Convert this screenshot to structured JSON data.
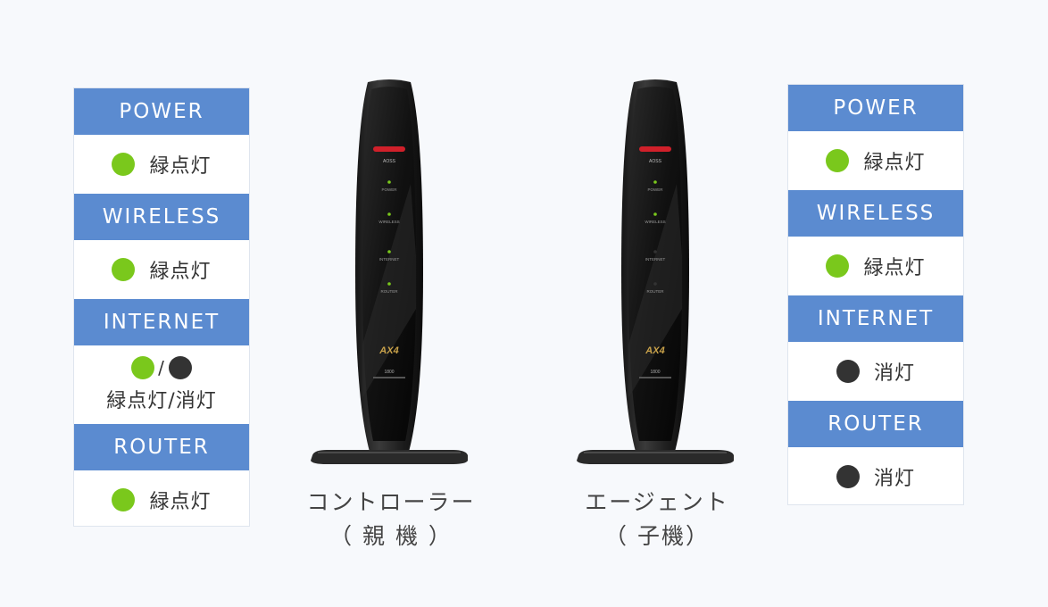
{
  "controller": {
    "caption_line1": "コントローラー",
    "caption_line2": "（ 親 機 ）",
    "statuses": [
      {
        "label": "POWER",
        "text": "緑点灯"
      },
      {
        "label": "WIRELESS",
        "text": "緑点灯"
      },
      {
        "label": "INTERNET",
        "sep": "/",
        "text": "緑点灯/消灯"
      },
      {
        "label": "ROUTER",
        "text": "緑点灯"
      }
    ]
  },
  "agent": {
    "caption_line1": "エージェント",
    "caption_line2": "（ 子機）",
    "statuses": [
      {
        "label": "POWER",
        "text": "緑点灯"
      },
      {
        "label": "WIRELESS",
        "text": "緑点灯"
      },
      {
        "label": "INTERNET",
        "text": "消灯"
      },
      {
        "label": "ROUTER",
        "text": "消灯"
      }
    ]
  },
  "device_panel": {
    "top_label": "AOSS",
    "indicators": [
      "POWER",
      "WIRELESS",
      "INTERNET",
      "ROUTER"
    ],
    "logo": "AX4",
    "model": "1800"
  },
  "colors": {
    "header_blue": "#5b8bd0",
    "led_green": "#7ac81c",
    "led_off": "#333333"
  }
}
